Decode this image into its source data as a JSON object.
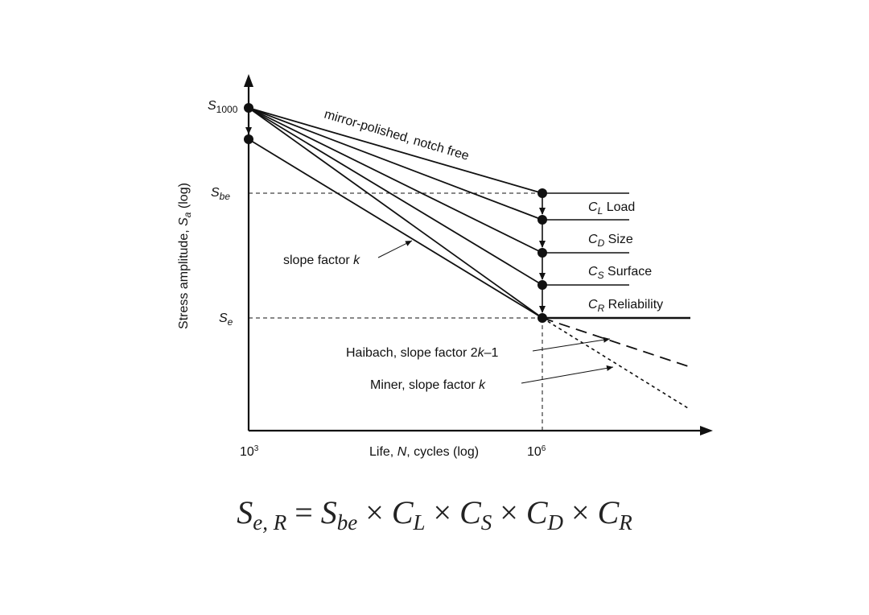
{
  "axes": {
    "y_label_prefix": "Stress amplitude, ",
    "y_label_symbol": "S",
    "y_label_sub": "a",
    "y_label_suffix": " (log)",
    "x_label_prefix": "Life, ",
    "x_label_symbol": "N",
    "x_label_suffix": ", cycles (log)",
    "x_tick_1_base": "10",
    "x_tick_1_exp": "3",
    "x_tick_2_base": "10",
    "x_tick_2_exp": "6"
  },
  "y_ticks": {
    "s1000_base": "S",
    "s1000_sub": "1000",
    "sbe_base": "S",
    "sbe_sub": "be",
    "se_base": "S",
    "se_sub": "e"
  },
  "curves": {
    "mirror_polished": "mirror-polished, notch free",
    "slope_factor": "slope factor ",
    "slope_factor_k": "k",
    "haibach_text": "Haibach, slope factor 2",
    "haibach_k": "k",
    "haibach_tail": "–1",
    "miner_text": "Miner, slope factor ",
    "miner_k": "k"
  },
  "factors": [
    {
      "symbol": "C",
      "sub": "L",
      "name": " Load"
    },
    {
      "symbol": "C",
      "sub": "D",
      "name": " Size"
    },
    {
      "symbol": "C",
      "sub": "S",
      "name": " Surface"
    },
    {
      "symbol": "C",
      "sub": "R",
      "name": " Reliability"
    }
  ],
  "formula": {
    "lhs": "S",
    "lhs_sub": "e, R",
    "eq": " = ",
    "t1": "S",
    "t1_sub": "be",
    "op": " × ",
    "t2": "C",
    "t2_sub": "L",
    "t3": "C",
    "t3_sub": "S",
    "t4": "C",
    "t4_sub": "D",
    "t5": "C",
    "t5_sub": "R"
  }
}
